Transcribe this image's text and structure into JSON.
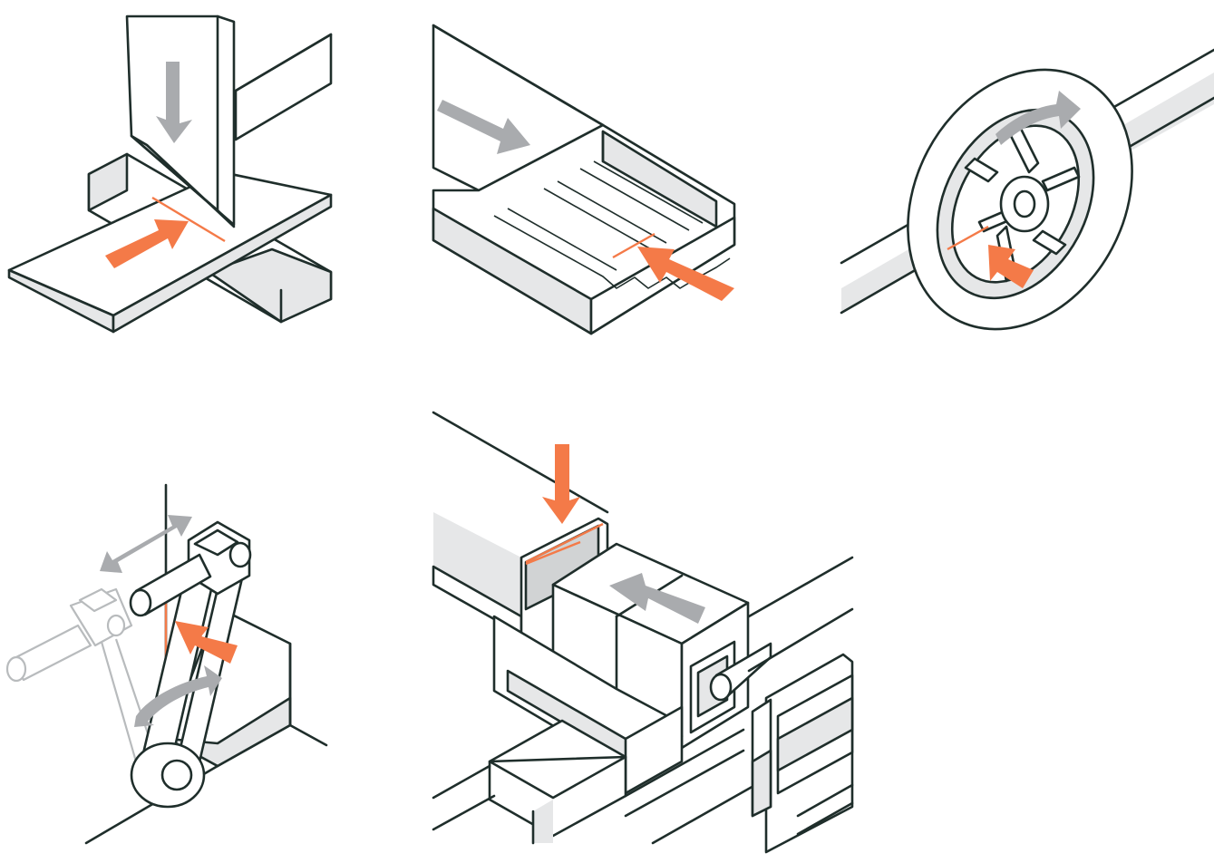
{
  "colors": {
    "ink": "#1f2e2b",
    "accent": "#f47a48",
    "motion": "#a9abae",
    "shade": "#e6e7e8",
    "shade2": "#d1d3d4",
    "ghost": "#b8bbbd"
  },
  "panels": [
    {
      "id": "guillotine-shear",
      "icons": [
        "blade",
        "bed",
        "sheet",
        "feed-arrow",
        "blade-arrow",
        "cut-line"
      ]
    },
    {
      "id": "slotted-feed-rail",
      "icons": [
        "cover-block",
        "rail",
        "slide-arrow",
        "feed-arrow",
        "cut-line"
      ]
    },
    {
      "id": "rotary-handwheel",
      "icons": [
        "wheel",
        "hub",
        "spokes",
        "shaft",
        "rotate-arrow",
        "feed-arrow",
        "cut-line"
      ]
    },
    {
      "id": "swing-arm-linkage",
      "icons": [
        "lever-arm",
        "pivot",
        "ghost-position",
        "push-pull-arrow",
        "swing-arrow",
        "feed-arrow",
        "cut-line"
      ]
    },
    {
      "id": "ram-press",
      "icons": [
        "chamber",
        "ram-block",
        "cylinder",
        "press-arrow",
        "ram-arrow",
        "cut-line"
      ]
    }
  ]
}
